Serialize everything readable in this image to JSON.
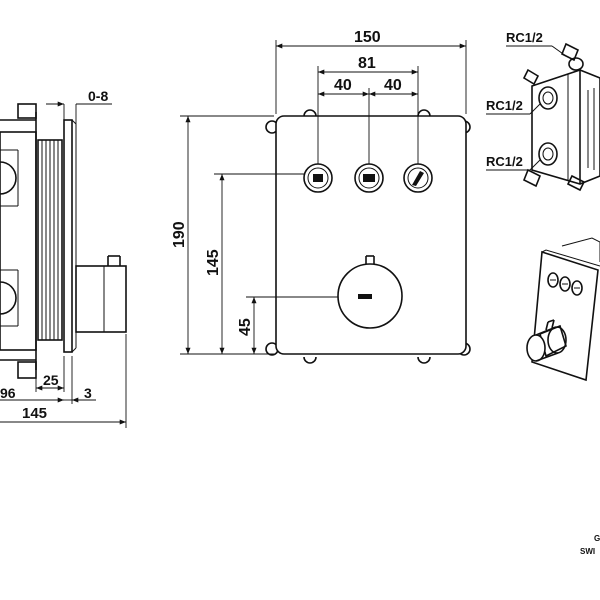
{
  "side_view": {
    "dims": {
      "top": "0-8",
      "d25": "25",
      "d96": "96",
      "d3": "3",
      "d145": "145"
    }
  },
  "front_view": {
    "dims": {
      "width": "150",
      "spacing": "81",
      "left_gap": "40",
      "right_gap": "40",
      "height": "190",
      "h145": "145",
      "h45": "45"
    }
  },
  "iso_box": {
    "labels": [
      "RC1/2",
      "RC1/2",
      "RC1/2"
    ]
  },
  "corner_text": {
    "line1": "G",
    "line2": "SWI"
  },
  "colors": {
    "ink": "#111111",
    "background": "#ffffff"
  }
}
